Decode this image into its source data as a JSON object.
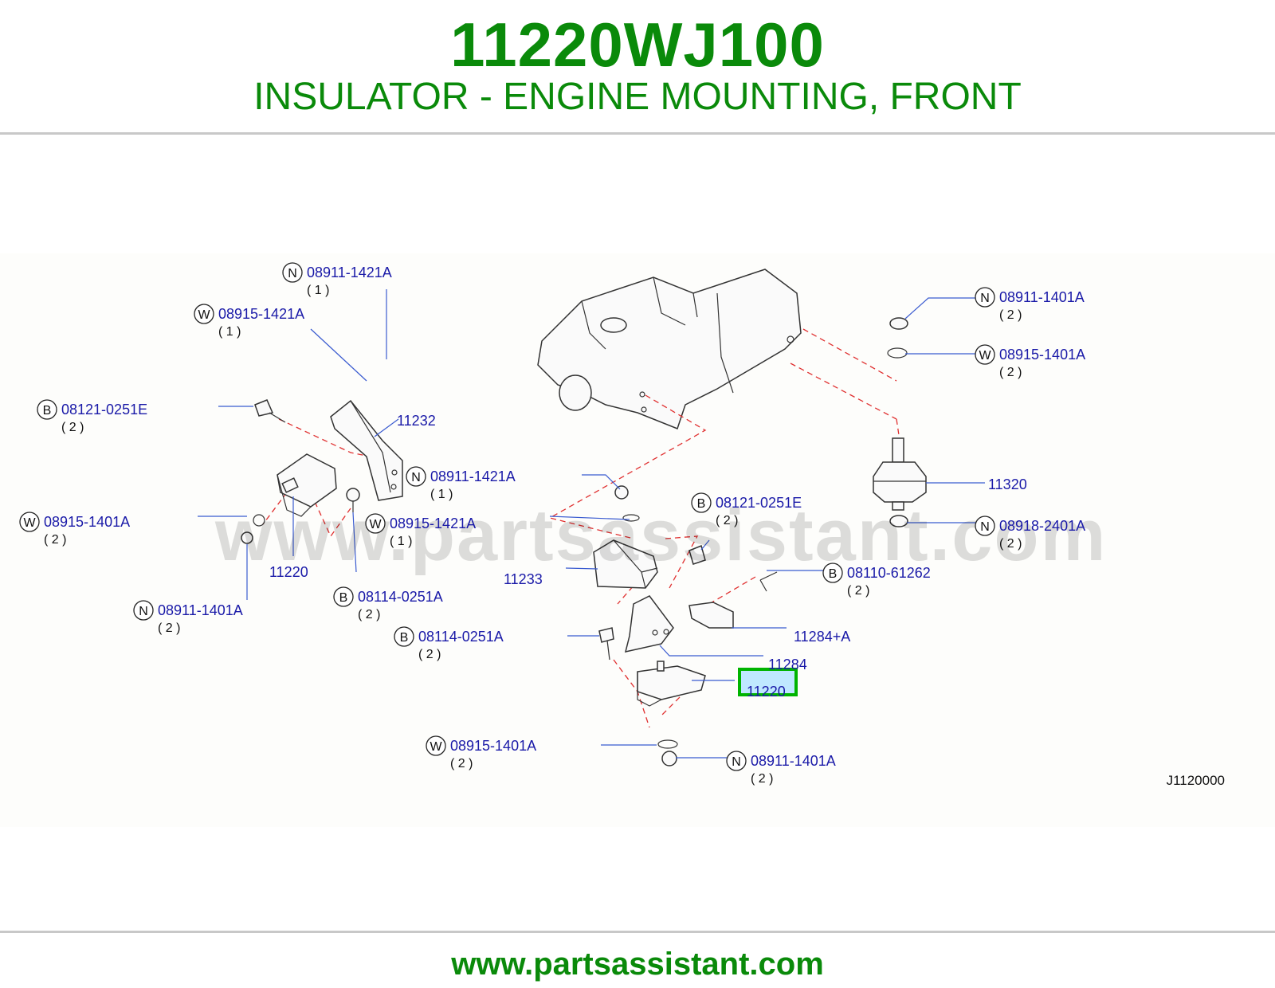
{
  "header": {
    "part_number": "11220WJ100",
    "title": "INSULATOR - ENGINE MOUNTING, FRONT"
  },
  "watermark": "www.partsassistant.com",
  "footer": {
    "url": "www.partsassistant.com"
  },
  "diagram": {
    "code": "J1120000",
    "highlight_color": "#00b400",
    "callouts": [
      {
        "id": "n-08911-1421a-top",
        "letter": "N",
        "part": "08911-1421A",
        "qty": "( 1 )"
      },
      {
        "id": "w-08915-1421a-top",
        "letter": "W",
        "part": "08915-1421A",
        "qty": "( 1 )"
      },
      {
        "id": "b-08121-0251e-left",
        "letter": "B",
        "part": "08121-0251E",
        "qty": "( 2 )"
      },
      {
        "id": "p-11232",
        "part": "11232"
      },
      {
        "id": "w-08915-1401a-left",
        "letter": "W",
        "part": "08915-1401A",
        "qty": "( 2 )"
      },
      {
        "id": "p-11220-left",
        "part": "11220"
      },
      {
        "id": "n-08911-1401a-left",
        "letter": "N",
        "part": "08911-1401A",
        "qty": "( 2 )"
      },
      {
        "id": "b-08114-0251a-left",
        "letter": "B",
        "part": "08114-0251A",
        "qty": "( 2 )"
      },
      {
        "id": "n-08911-1421a-mid",
        "letter": "N",
        "part": "08911-1421A",
        "qty": "( 1 )"
      },
      {
        "id": "w-08915-1421a-mid",
        "letter": "W",
        "part": "08915-1421A",
        "qty": "( 1 )"
      },
      {
        "id": "p-11233",
        "part": "11233"
      },
      {
        "id": "b-08121-0251e-mid",
        "letter": "B",
        "part": "08121-0251E",
        "qty": "( 2 )"
      },
      {
        "id": "b-08110-61262",
        "letter": "B",
        "part": "08110-61262",
        "qty": "( 2 )"
      },
      {
        "id": "p-11284a",
        "part": "11284+A"
      },
      {
        "id": "b-08114-0251a-mid",
        "letter": "B",
        "part": "08114-0251A",
        "qty": "( 2 )"
      },
      {
        "id": "p-11284",
        "part": "11284"
      },
      {
        "id": "p-11220-main",
        "part": "11220",
        "highlighted": true
      },
      {
        "id": "w-08915-1401a-bottom",
        "letter": "W",
        "part": "08915-1401A",
        "qty": "( 2 )"
      },
      {
        "id": "n-08911-1401a-bottom",
        "letter": "N",
        "part": "08911-1401A",
        "qty": "( 2 )"
      },
      {
        "id": "n-08911-1401a-right",
        "letter": "N",
        "part": "08911-1401A",
        "qty": "( 2 )"
      },
      {
        "id": "w-08915-1401a-right",
        "letter": "W",
        "part": "08915-1401A",
        "qty": "( 2 )"
      },
      {
        "id": "p-11320",
        "part": "11320"
      },
      {
        "id": "n-08918-2401a",
        "letter": "N",
        "part": "08918-2401A",
        "qty": "( 2 )"
      }
    ]
  }
}
